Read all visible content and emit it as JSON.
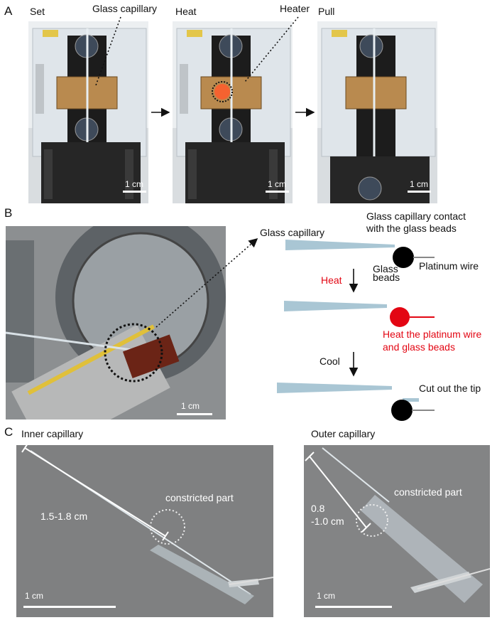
{
  "figure": {
    "panel_a": {
      "letter": "A",
      "steps": [
        "Set",
        "Heat",
        "Pull"
      ],
      "callouts": {
        "capillary": "Glass capillary",
        "heater": "Heater"
      },
      "scale": "1 cm"
    },
    "panel_b": {
      "letter": "B",
      "scale": "1 cm",
      "schematic": {
        "capillary": "Glass capillary",
        "contact": [
          "Glass capillary contact",
          "with the glass beads"
        ],
        "platinum": "Platinum wire",
        "beads": [
          "Glass",
          "beads"
        ],
        "heat": "Heat",
        "heat_note": [
          "Heat the platinum wire",
          "and glass beads"
        ],
        "cool": "Cool",
        "cut": "Cut out the tip"
      }
    },
    "panel_c": {
      "letter": "C",
      "inner": {
        "title": "Inner capillary",
        "length": "1.5-1.8 cm",
        "part": "constricted part",
        "scale": "1 cm"
      },
      "outer": {
        "title": "Outer capillary",
        "length": [
          "0.8",
          "-1.0 cm"
        ],
        "part": "constricted part",
        "scale": "1 cm"
      }
    },
    "colors": {
      "capillary": "#a9c6d4",
      "heat": "#e30613",
      "bead": "#000000"
    }
  }
}
